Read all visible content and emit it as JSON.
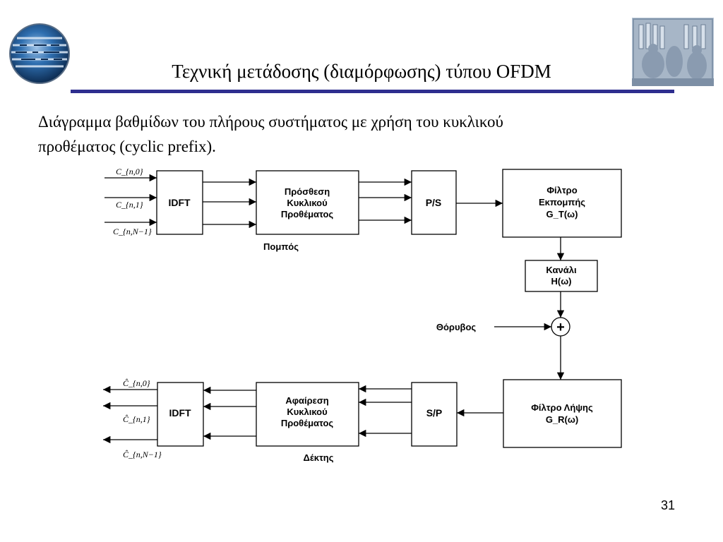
{
  "slide": {
    "title": "Τεχνική μετάδοσης (διαμόρφωσης) τύπου OFDM",
    "subtitle_line1": "Διάγραμμα βαθμίδων του πλήρους συστήματος με χρήση του κυκλικού",
    "subtitle_line2": "προθέματος (cyclic prefix).",
    "page_number": "31"
  },
  "diagram": {
    "transmitter": {
      "inputs": [
        "C_{n,0}",
        "C_{n,1}",
        "C_{n,N−1}"
      ],
      "idft_label": "IDFT",
      "cp_add_line1": "Πρόσθεση",
      "cp_add_line2": "Κυκλικού",
      "cp_add_line3": "Προθέματος",
      "ps_label": "P/S",
      "tx_filter_line1": "Φίλτρο",
      "tx_filter_line2": "Εκπομπής",
      "tx_filter_line3": "G_T(ω)",
      "caption": "Πομπός"
    },
    "channel": {
      "line1": "Κανάλι",
      "line2": "H(ω)"
    },
    "noise_label": "Θόρυβος",
    "adder_symbol": "+",
    "receiver": {
      "rx_filter_line1": "Φίλτρο Λήψης",
      "rx_filter_line2": "G_R(ω)",
      "sp_label": "S/P",
      "cp_remove_line1": "Αφαίρεση",
      "cp_remove_line2": "Κυκλικού",
      "cp_remove_line3": "Προθέματος",
      "idft_label": "IDFT",
      "outputs": [
        "Ĉ_{n,0}",
        "Ĉ_{n,1}",
        "Ĉ_{n,N−1}"
      ],
      "caption": "Δέκτης"
    }
  },
  "colors": {
    "title_rule": "#2e2e8f",
    "logo_blue": "#1d4f86",
    "text": "#000000"
  },
  "icons": {
    "left_logo": "globe-logo-icon",
    "right_logo": "relief-sculpture-image"
  }
}
